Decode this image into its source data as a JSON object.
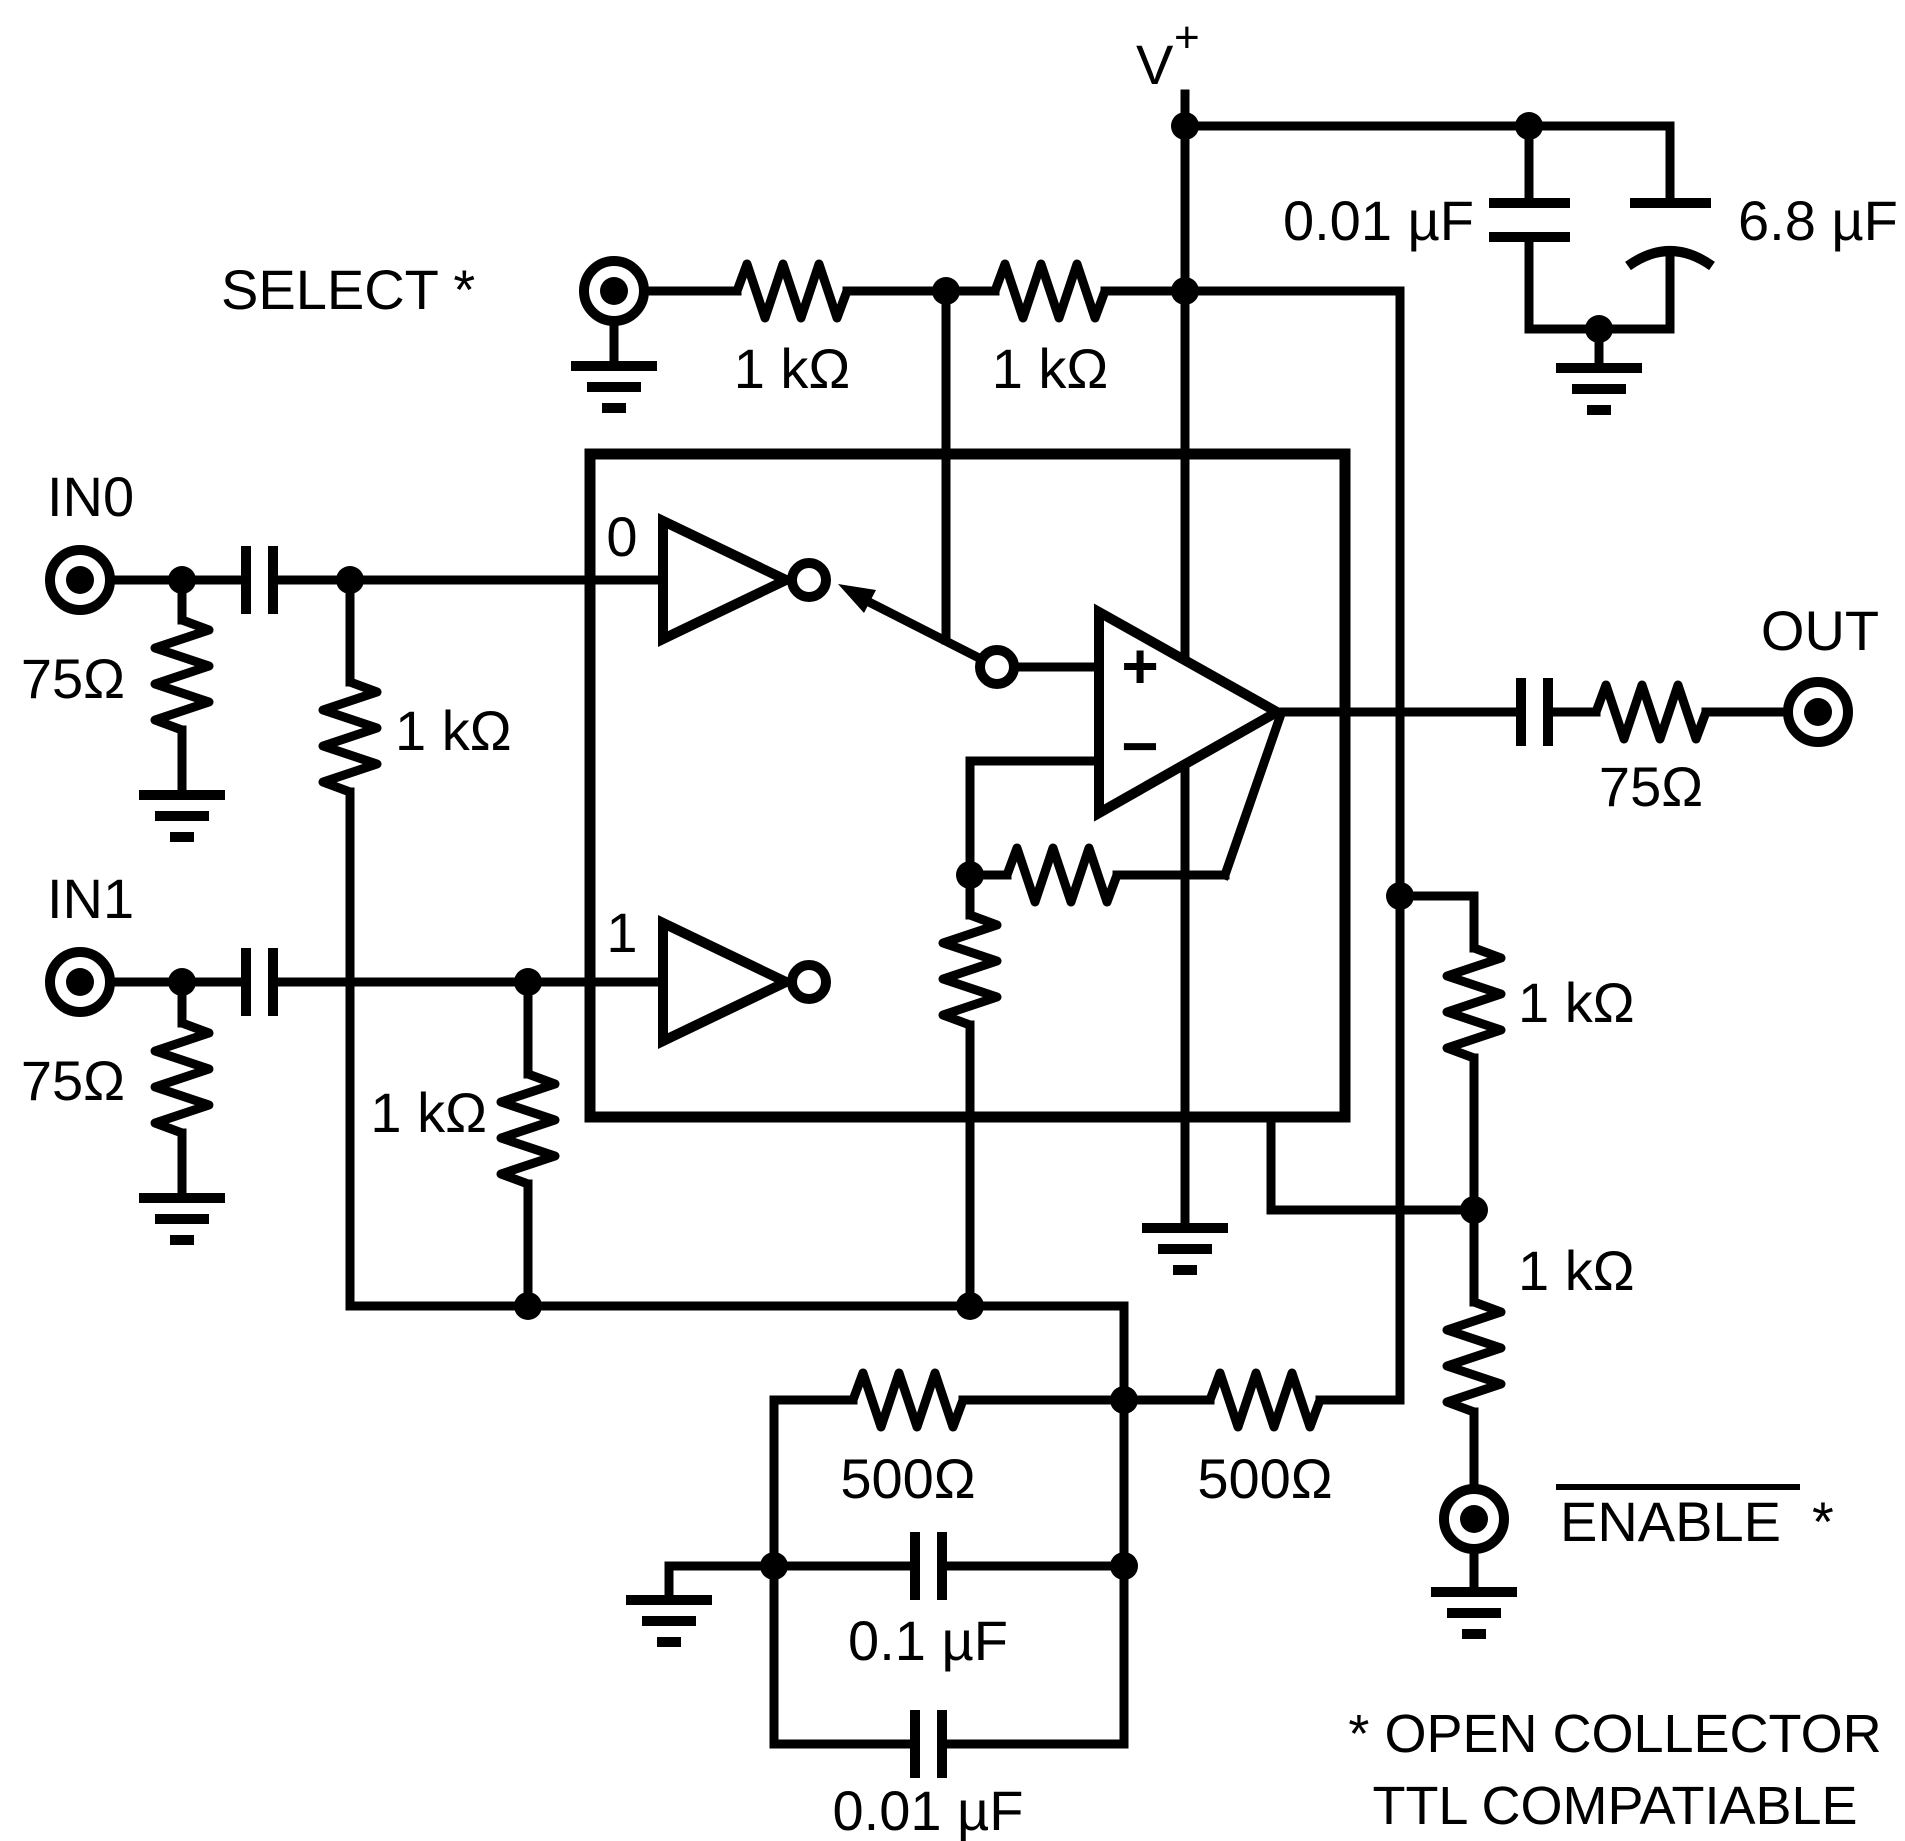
{
  "colors": {
    "line": "#000000",
    "background": "#ffffff"
  },
  "power": {
    "v": "V",
    "v_sup": "+",
    "cap_small": "0.01 µF",
    "cap_large": "6.8 µF"
  },
  "select": {
    "label": "SELECT *",
    "r1": "1 kΩ",
    "r2": "1 kΩ"
  },
  "inputs": {
    "in0": {
      "label": "IN0",
      "termination": "75Ω",
      "bias_resistor": "1 kΩ",
      "channel": "0"
    },
    "in1": {
      "label": "IN1",
      "termination": "75Ω",
      "bias_resistor": "1 kΩ",
      "channel": "1"
    }
  },
  "opamp": {
    "plus": "+",
    "minus": "−"
  },
  "output": {
    "label": "OUT",
    "series_resistor": "75Ω"
  },
  "enable": {
    "label": "ENABLE",
    "star": "*",
    "pullup_resistor": "1 kΩ",
    "series_resistor": "1 kΩ"
  },
  "bias": {
    "r_left": "500Ω",
    "r_right": "500Ω",
    "cap_mid": "0.1 µF",
    "cap_bottom": "0.01 µF"
  },
  "note": {
    "line1": "* OPEN COLLECTOR",
    "line2": "TTL COMPATIABLE"
  }
}
